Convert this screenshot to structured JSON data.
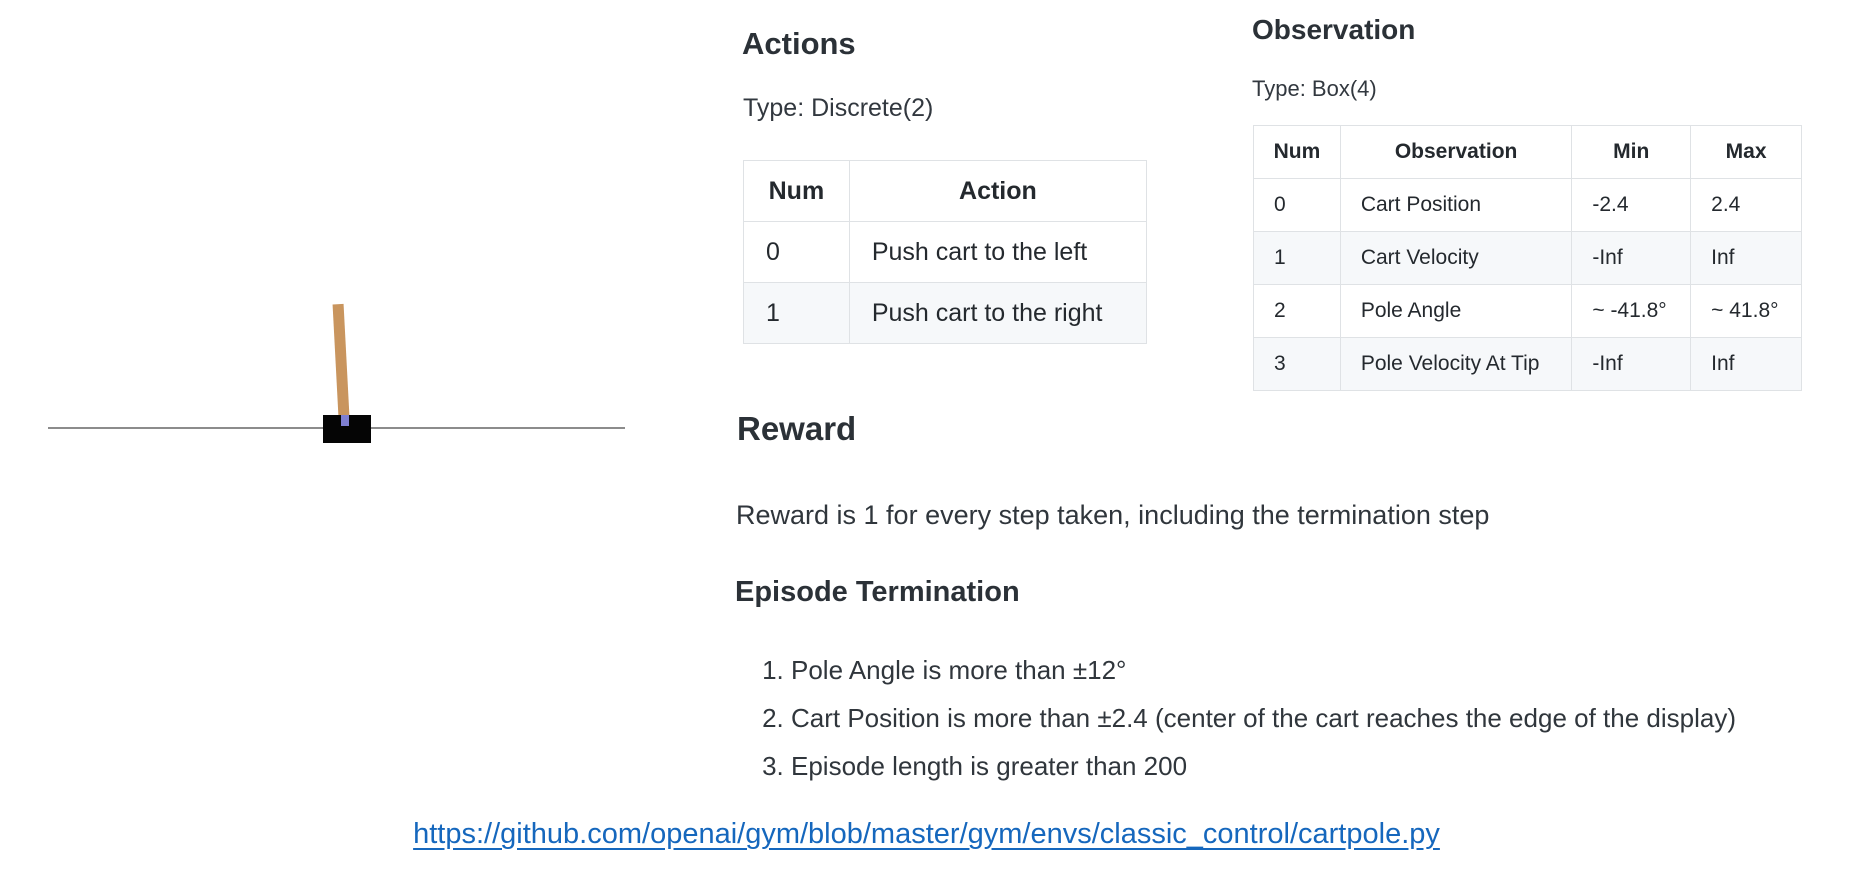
{
  "figure": {
    "name": "cartpole-environment-render",
    "colors": {
      "pole": "#c9955e",
      "cart": "#050505",
      "axle": "#7f7fd1",
      "track": "#8c8c8c"
    }
  },
  "actions": {
    "title": "Actions",
    "type_label": "Type: Discrete(2)",
    "table": {
      "headers": [
        "Num",
        "Action"
      ],
      "rows": [
        [
          "0",
          "Push cart to the left"
        ],
        [
          "1",
          "Push cart to the right"
        ]
      ]
    }
  },
  "observation": {
    "title": "Observation",
    "type_label": "Type: Box(4)",
    "table": {
      "headers": [
        "Num",
        "Observation",
        "Min",
        "Max"
      ],
      "rows": [
        [
          "0",
          "Cart Position",
          "-2.4",
          "2.4"
        ],
        [
          "1",
          "Cart Velocity",
          "-Inf",
          "Inf"
        ],
        [
          "2",
          "Pole Angle",
          "~ -41.8°",
          "~ 41.8°"
        ],
        [
          "3",
          "Pole Velocity At Tip",
          "-Inf",
          "Inf"
        ]
      ]
    }
  },
  "reward": {
    "title": "Reward",
    "description": "Reward is 1 for every step taken, including the termination step"
  },
  "episode_termination": {
    "title": "Episode Termination",
    "items": [
      "Pole Angle is more than ±12°",
      "Cart Position is more than ±2.4 (center of the cart reaches the edge of the display)",
      "Episode length is greater than 200"
    ]
  },
  "source_link": {
    "text": "https://github.com/openai/gym/blob/master/gym/envs/classic_control/cartpole.py",
    "color": "#1567bd"
  },
  "ui_colors": {
    "table_border": "#dfe2e5",
    "table_stripe": "#f6f8fa",
    "heading_text": "#2b3137",
    "body_text": "#30363c"
  }
}
